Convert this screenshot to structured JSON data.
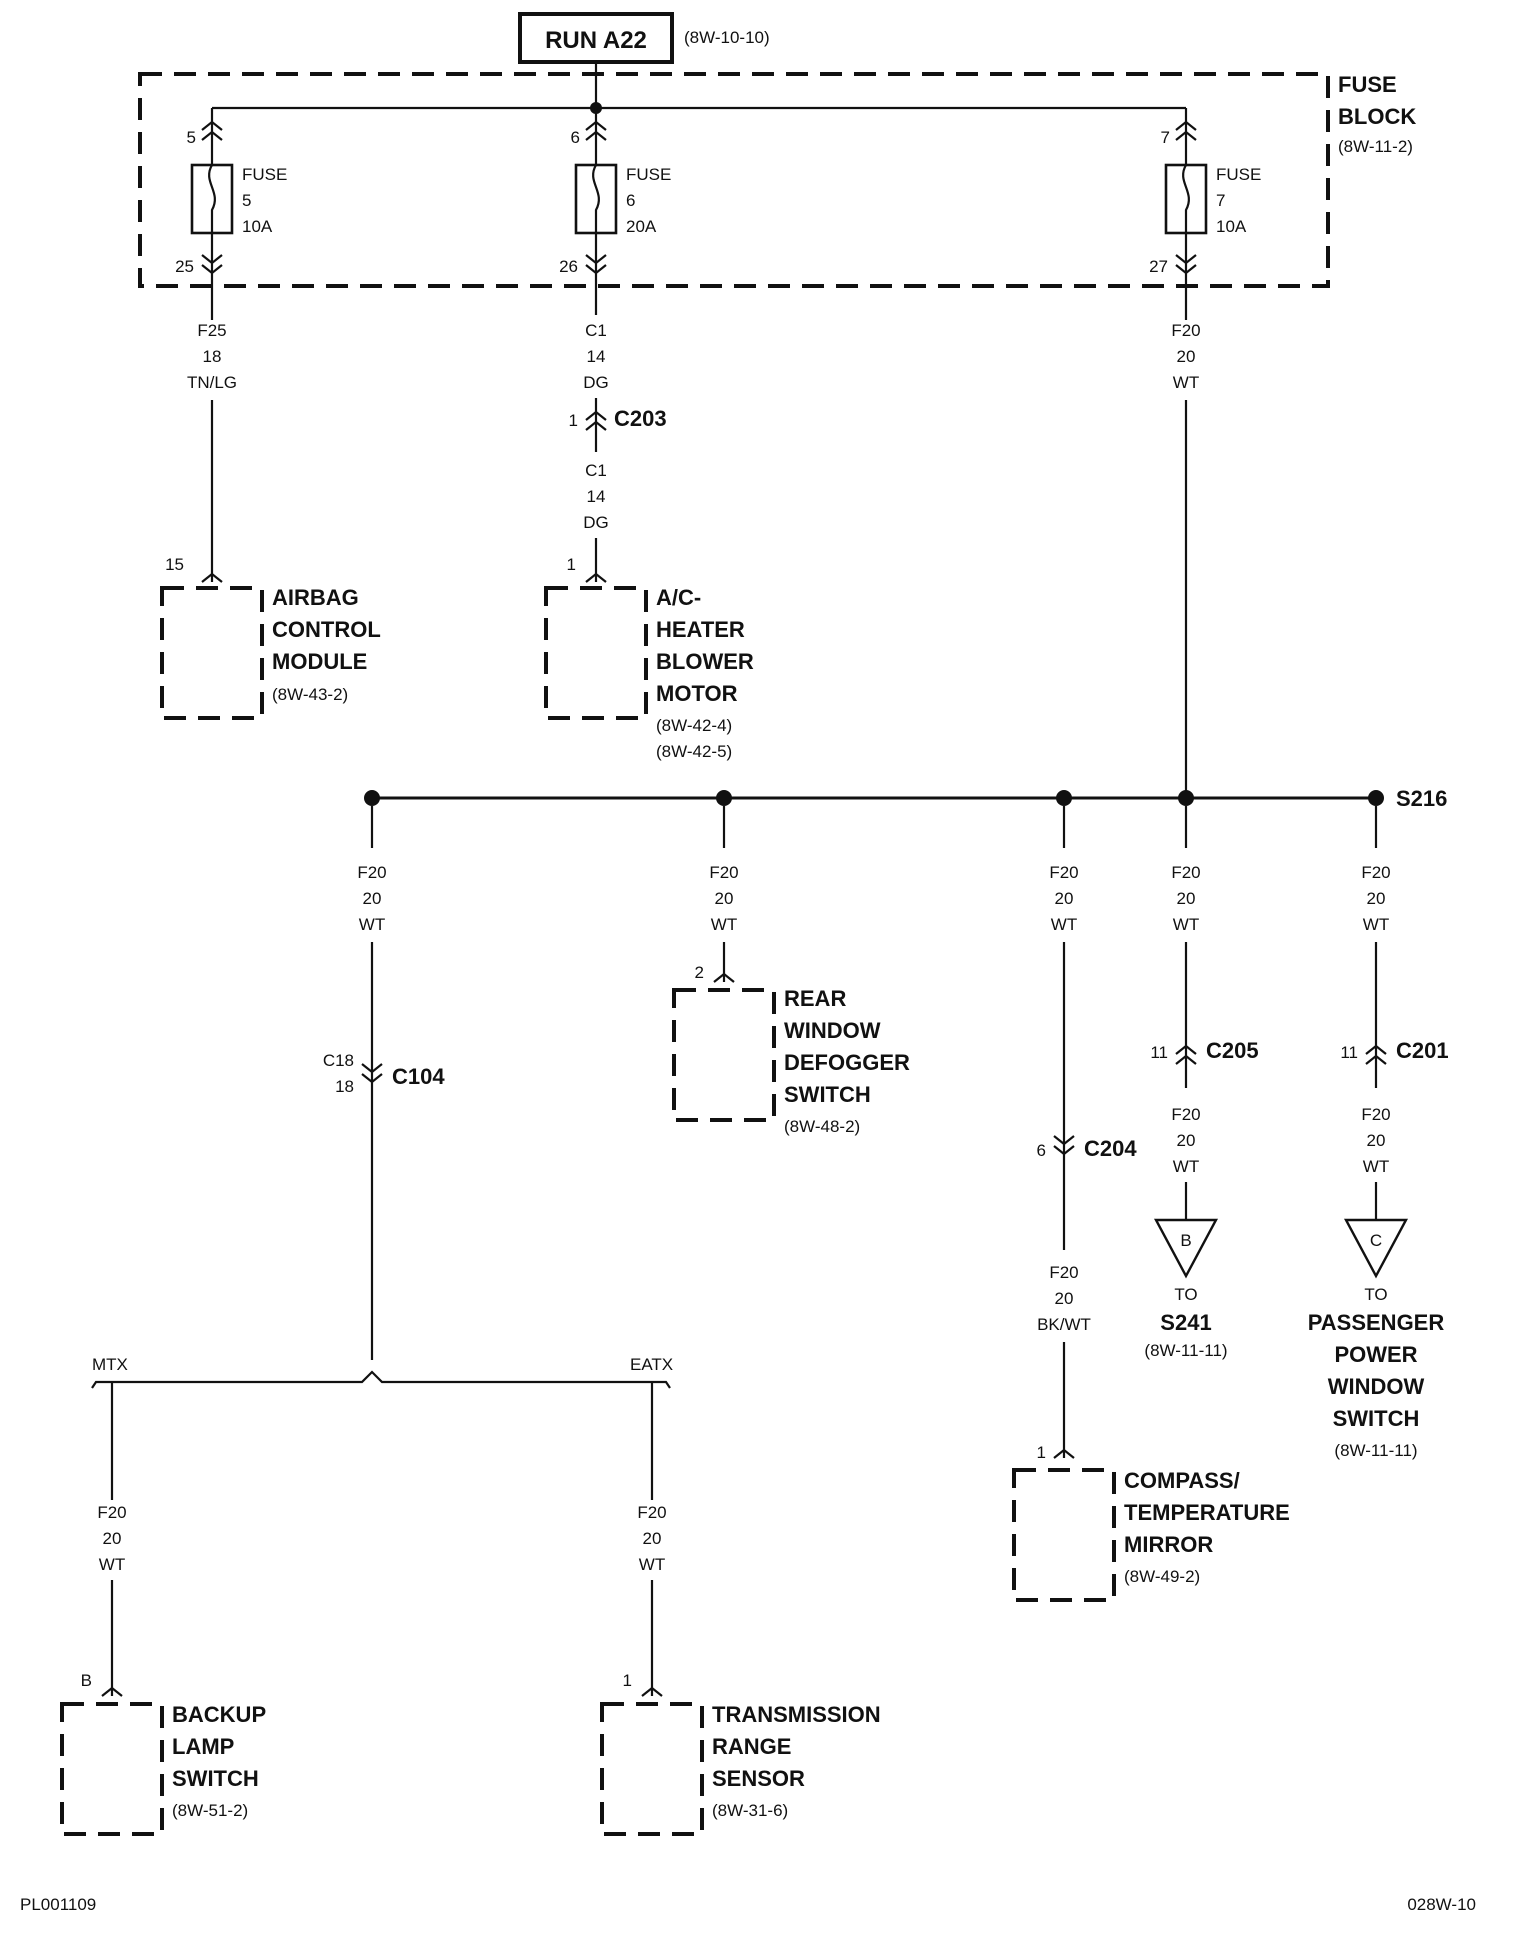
{
  "header": {
    "run": "RUN A22",
    "run_ref": "(8W-10-10)"
  },
  "fuse_block": {
    "title1": "FUSE",
    "title2": "BLOCK",
    "ref": "(8W-11-2)"
  },
  "fuses": [
    {
      "in_pin": "5",
      "out_pin": "25",
      "l1": "FUSE",
      "l2": "5",
      "l3": "10A"
    },
    {
      "in_pin": "6",
      "out_pin": "26",
      "l1": "FUSE",
      "l2": "6",
      "l3": "20A"
    },
    {
      "in_pin": "7",
      "out_pin": "27",
      "l1": "FUSE",
      "l2": "7",
      "l3": "10A"
    }
  ],
  "wires": {
    "f25": [
      "F25",
      "18",
      "TN/LG"
    ],
    "c1a": [
      "C1",
      "14",
      "DG"
    ],
    "c1b": [
      "C1",
      "14",
      "DG"
    ],
    "f20_top": [
      "F20",
      "20",
      "WT"
    ],
    "f20_b1": [
      "F20",
      "20",
      "WT"
    ],
    "f20_b2": [
      "F20",
      "20",
      "WT"
    ],
    "f20_b3": [
      "F20",
      "20",
      "WT"
    ],
    "f20_b4": [
      "F20",
      "20",
      "WT"
    ],
    "f20_b5": [
      "F20",
      "20",
      "WT"
    ],
    "f20_c204": [
      "F20",
      "20",
      "BK/WT"
    ],
    "f20_c205": [
      "F20",
      "20",
      "WT"
    ],
    "f20_c201": [
      "F20",
      "20",
      "WT"
    ],
    "f20_mtx": [
      "F20",
      "20",
      "WT"
    ],
    "f20_eatx": [
      "F20",
      "20",
      "WT"
    ]
  },
  "connectors": {
    "c203": {
      "name": "C203",
      "pin": "1"
    },
    "c104": {
      "name": "C104",
      "pin1": "C18",
      "pin2": "18"
    },
    "c204": {
      "name": "C204",
      "pin": "6"
    },
    "c205": {
      "name": "C205",
      "pin": "11"
    },
    "c201": {
      "name": "C201",
      "pin": "11"
    }
  },
  "splice": {
    "name": "S216"
  },
  "components": {
    "airbag": {
      "pin": "15",
      "lines": [
        "AIRBAG",
        "CONTROL",
        "MODULE"
      ],
      "refs": [
        "(8W-43-2)"
      ]
    },
    "blower": {
      "pin": "1",
      "lines": [
        "A/C-",
        "HEATER",
        "BLOWER",
        "MOTOR"
      ],
      "refs": [
        "(8W-42-4)",
        "(8W-42-5)"
      ]
    },
    "defogger": {
      "pin": "2",
      "lines": [
        "REAR",
        "WINDOW",
        "DEFOGGER",
        "SWITCH"
      ],
      "refs": [
        "(8W-48-2)"
      ]
    },
    "compass": {
      "pin": "1",
      "lines": [
        "COMPASS/",
        "TEMPERATURE",
        "MIRROR"
      ],
      "refs": [
        "(8W-49-2)"
      ]
    },
    "backup": {
      "pin": "B",
      "lines": [
        "BACKUP",
        "LAMP",
        "SWITCH"
      ],
      "refs": [
        "(8W-51-2)"
      ]
    },
    "trs": {
      "pin": "1",
      "lines": [
        "TRANSMISSION",
        "RANGE",
        "SENSOR"
      ],
      "refs": [
        "(8W-31-6)"
      ]
    }
  },
  "offpage": {
    "b": {
      "letter": "B",
      "to": "TO",
      "dest": [
        "S241"
      ],
      "ref": "(8W-11-11)"
    },
    "c": {
      "letter": "C",
      "to": "TO",
      "dest": [
        "PASSENGER",
        "POWER",
        "WINDOW",
        "SWITCH"
      ],
      "ref": "(8W-11-11)"
    }
  },
  "options": {
    "mtx": "MTX",
    "eatx": "EATX"
  },
  "footer": {
    "left": "PL001109",
    "right": "028W-10"
  }
}
